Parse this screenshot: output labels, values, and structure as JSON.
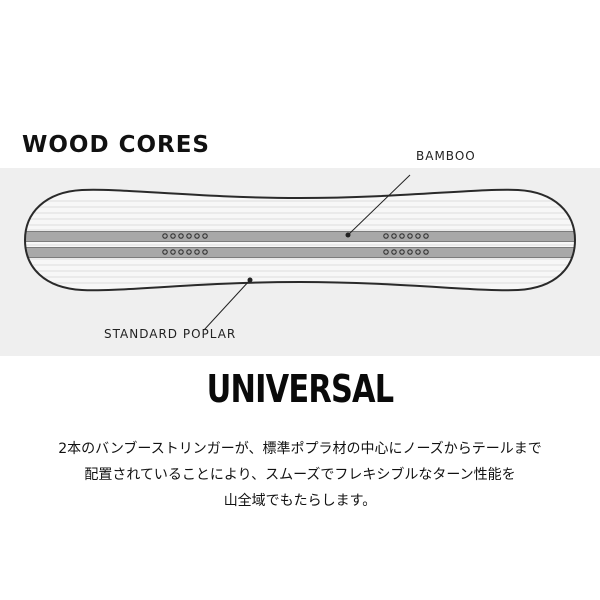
{
  "header": {
    "title": "WOOD CORES"
  },
  "diagram": {
    "callouts": {
      "bamboo": "BAMBOO",
      "standard_poplar": "STANDARD POPLAR"
    },
    "colors": {
      "panel": "#efefef",
      "board_fill": "#f7f7f7",
      "board_outline": "#2a2a2a",
      "stringer": "#a8a8a8",
      "stringer_edge": "#7c7c7c",
      "grain": "#dcdcdc",
      "insert": "#333333"
    }
  },
  "main": {
    "heading": "UNIVERSAL",
    "description_lines": [
      "2本のバンブーストリンガーが、標準ポプラ材の中心にノーズからテールまで",
      "配置されていることにより、スムーズでフレキシブルなターン性能を",
      "山全域でもたらします。"
    ]
  }
}
